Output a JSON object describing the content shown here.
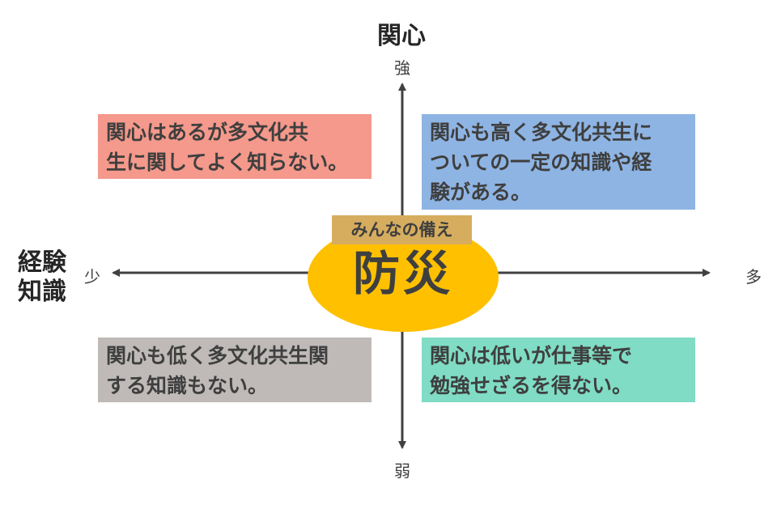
{
  "axes": {
    "vertical_title": "関心",
    "vertical_high": "強",
    "vertical_low": "弱",
    "horizontal_title_lines": [
      "経験",
      "知識"
    ],
    "horizontal_low": "少",
    "horizontal_high": "多"
  },
  "center": {
    "tag": "みんなの備え",
    "title": "防災",
    "color": "#ffc000",
    "tag_color": "#d6ad5f"
  },
  "quadrants": {
    "top_left": {
      "lines": [
        "関心はあるが多文化共",
        "生に関してよく知らない。"
      ],
      "color": "#f4998b"
    },
    "top_right": {
      "lines": [
        "関心も高く多文化共生に",
        "ついての一定の知識や経",
        "験がある。"
      ],
      "color": "#8eb4e3"
    },
    "bottom_left": {
      "lines": [
        "関心も低く多文化共生関",
        "する知識もない。"
      ],
      "color": "#bfbab8"
    },
    "bottom_right": {
      "lines": [
        "関心は低いが仕事等で",
        "勉強せざるを得ない。"
      ],
      "color": "#80dcc4"
    }
  }
}
